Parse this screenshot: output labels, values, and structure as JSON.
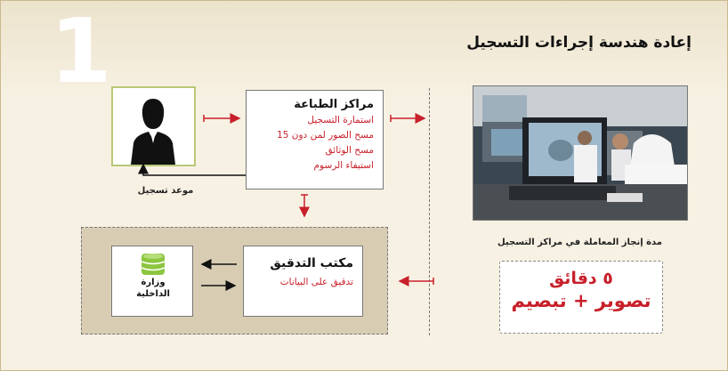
{
  "step_number": "1",
  "title": "إعادة هندسة إجراءات التسجيل",
  "print_centers": {
    "title": "مراكز الطباعة",
    "items": [
      "استمارة التسجيل",
      "مسح الصور لمن دون 15",
      "مسح الوثائق",
      "استيفاء الرسوم"
    ]
  },
  "appointment_label": "موعد تسجيل",
  "audit_office": {
    "title": "مكتب التدقيق",
    "subtitle": "تدقيق على البيانات"
  },
  "interior_ministry": {
    "label": "وزارة\nالداخلية",
    "icon": "database-icon"
  },
  "duration_label": "مدة إنجاز المعاملة في مراكز التسجيل",
  "result": {
    "minutes": "٥ دقائق",
    "methods": "تصوير + تبصيم"
  },
  "colors": {
    "accent_red": "#c8202a",
    "db_green": "#8dc63f",
    "user_frame": "#b8c877",
    "panel": "#d8cdb3",
    "background": "#f7f1e3"
  }
}
